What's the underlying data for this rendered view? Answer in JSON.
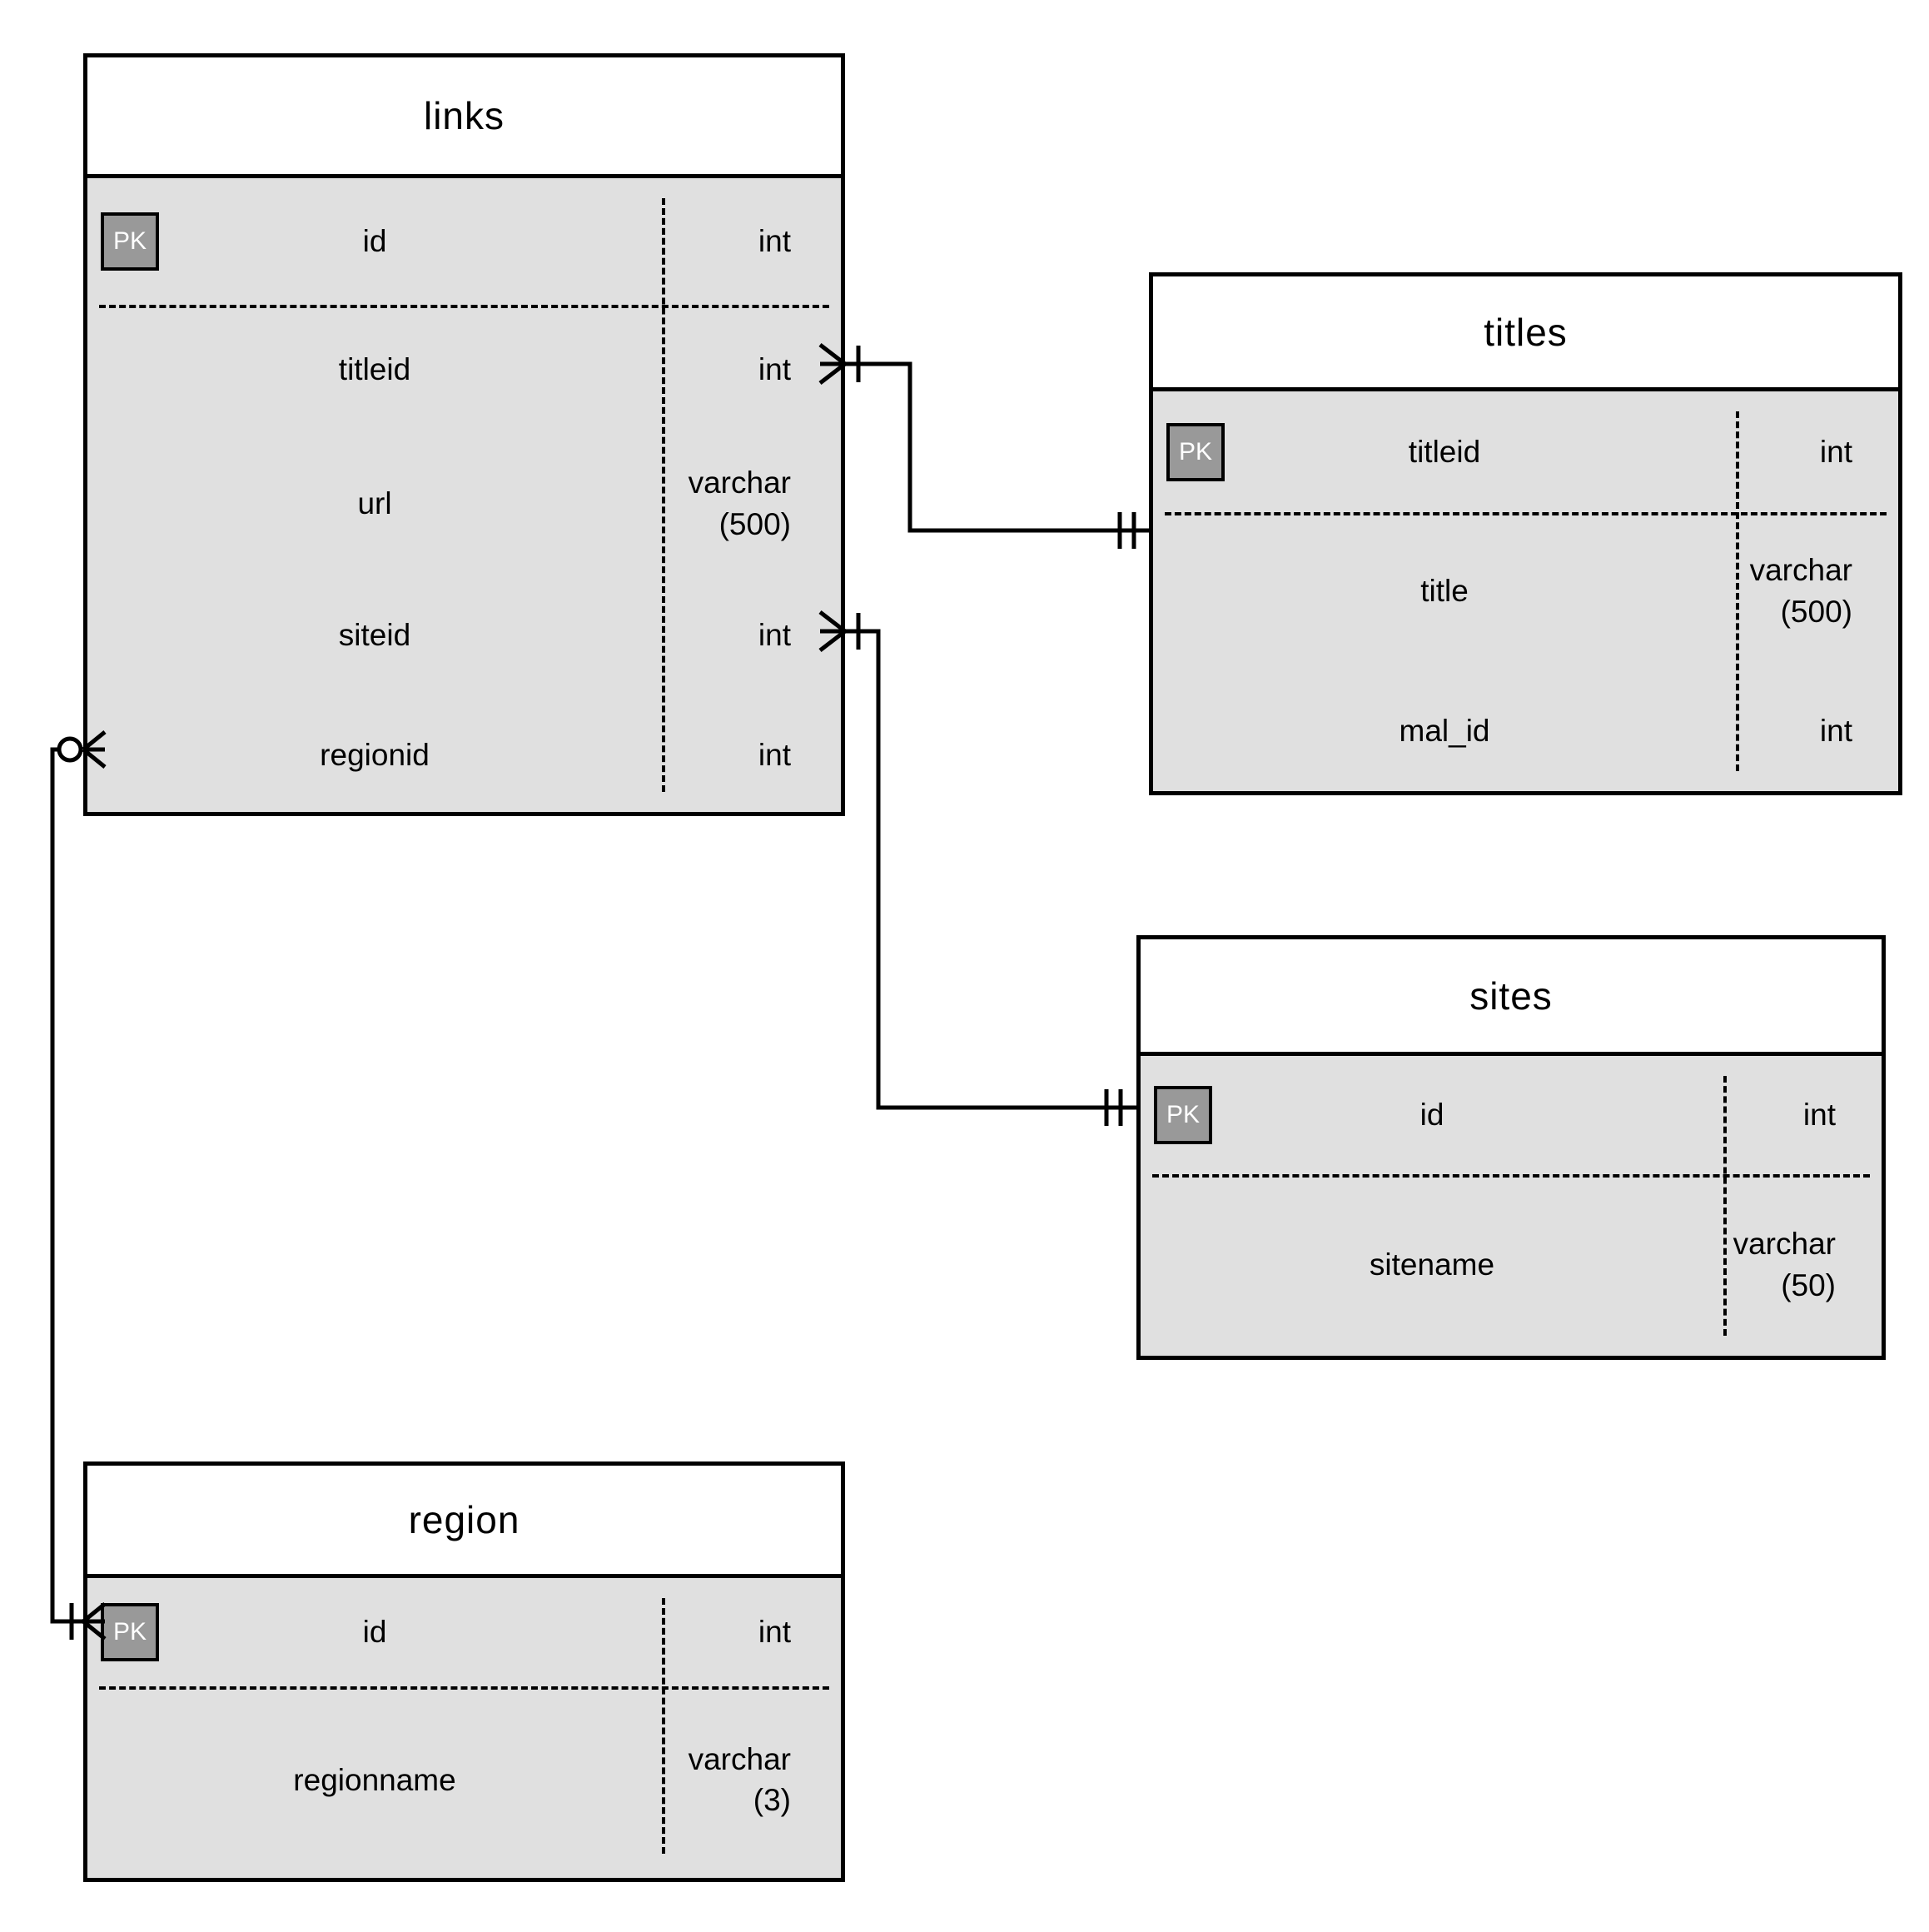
{
  "diagram": {
    "kind": "entity-relationship-diagram",
    "pk_label": "PK",
    "colors": {
      "table_body": "#e0e0e0",
      "table_header": "#ffffff",
      "pk_badge": "#999999",
      "pk_text": "#ffffff",
      "border": "#000000",
      "line": "#000000"
    }
  },
  "tables": {
    "links": {
      "name": "links",
      "fields": [
        {
          "pk": true,
          "name": "id",
          "type": "int"
        },
        {
          "pk": false,
          "name": "titleid",
          "type": "int"
        },
        {
          "pk": false,
          "name": "url",
          "type": "varchar (500)"
        },
        {
          "pk": false,
          "name": "siteid",
          "type": "int"
        },
        {
          "pk": false,
          "name": "regionid",
          "type": "int"
        }
      ]
    },
    "titles": {
      "name": "titles",
      "fields": [
        {
          "pk": true,
          "name": "titleid",
          "type": "int"
        },
        {
          "pk": false,
          "name": "title",
          "type": "varchar (500)"
        },
        {
          "pk": false,
          "name": "mal_id",
          "type": "int"
        }
      ]
    },
    "sites": {
      "name": "sites",
      "fields": [
        {
          "pk": true,
          "name": "id",
          "type": "int"
        },
        {
          "pk": false,
          "name": "sitename",
          "type": "varchar (50)"
        }
      ]
    },
    "region": {
      "name": "region",
      "fields": [
        {
          "pk": true,
          "name": "id",
          "type": "int"
        },
        {
          "pk": false,
          "name": "regionname",
          "type": "varchar (3)"
        }
      ]
    }
  },
  "relationships": [
    {
      "from_table": "links",
      "from_field": "titleid",
      "to_table": "titles",
      "to_field": "titleid",
      "from_symbol": "crow-foot-with-tick (one-or-many)",
      "to_symbol": "double-tick (exactly-one)"
    },
    {
      "from_table": "links",
      "from_field": "siteid",
      "to_table": "sites",
      "to_field": "id",
      "from_symbol": "crow-foot-with-tick (one-or-many)",
      "to_symbol": "double-tick (exactly-one)"
    },
    {
      "from_table": "links",
      "from_field": "regionid",
      "to_table": "region",
      "to_field": "id",
      "from_symbol": "circle-with-crow-foot (zero-or-many)",
      "to_symbol": "tick-with-crow-foot (one-or-many)"
    }
  ]
}
